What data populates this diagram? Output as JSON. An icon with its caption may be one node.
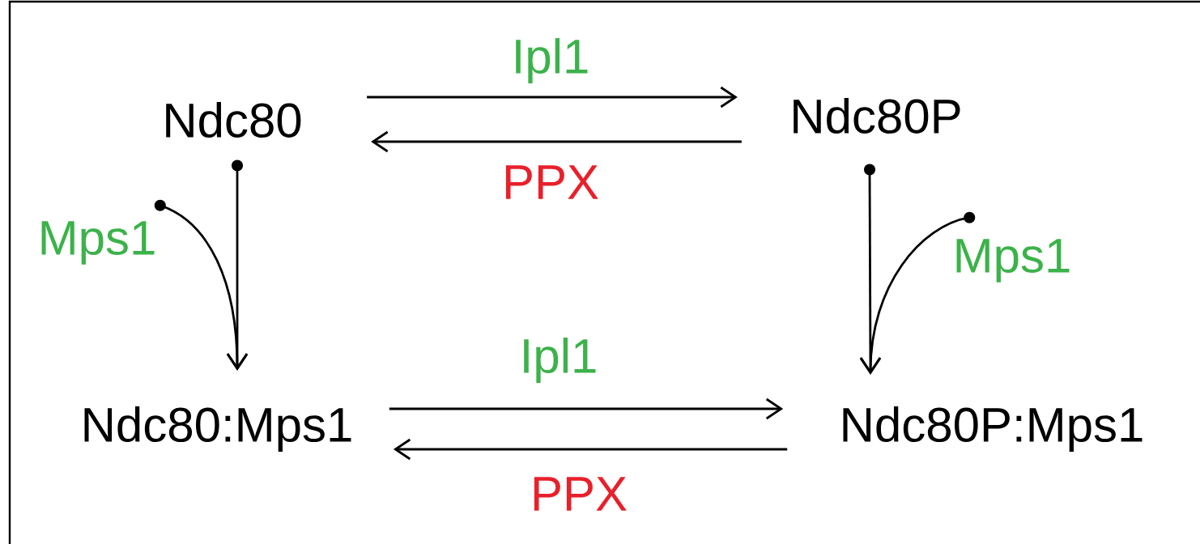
{
  "diagram": {
    "nodes": [
      {
        "text": [
          "Ndc80"
        ]
      },
      {
        "text": [
          "Ndc80P"
        ]
      },
      {
        "text": [
          "Ndc80:Mps1"
        ]
      },
      {
        "text": [
          "Ndc80P:Mps1"
        ]
      },
      {
        "text": [
          "Mps1"
        ]
      },
      {
        "text": [
          "Mps1"
        ]
      }
    ],
    "edges": [
      {
        "from": 0,
        "to": 1,
        "arrow": "to",
        "label": "Ipl1"
      },
      {
        "from": 1,
        "to": 0,
        "arrow": "to",
        "label": "PPX"
      },
      {
        "from": 2,
        "to": 3,
        "arrow": "to",
        "label": "Ipl1"
      },
      {
        "from": 3,
        "to": 2,
        "arrow": "to",
        "label": "PPX"
      },
      {
        "from": 0,
        "to": 2,
        "arrow": "to"
      },
      {
        "from": 4,
        "to": 2,
        "arrow": "to"
      },
      {
        "from": 1,
        "to": 3,
        "arrow": "to"
      },
      {
        "from": 5,
        "to": 3,
        "arrow": "to"
      }
    ]
  }
}
